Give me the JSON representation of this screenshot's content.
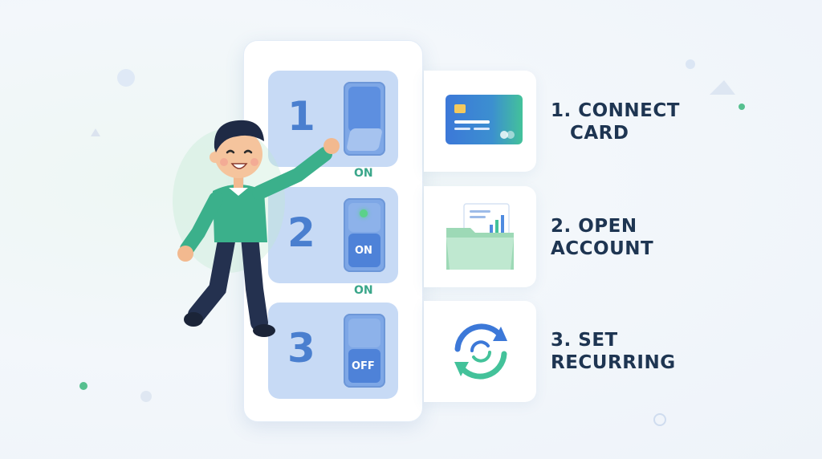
{
  "steps": [
    {
      "number": "1",
      "switch_label": "",
      "under_label": "ON",
      "line1": "1. CONNECT",
      "line2": "CARD",
      "icon": "credit-card-icon"
    },
    {
      "number": "2",
      "switch_label": "ON",
      "under_label": "ON",
      "line1": "2. OPEN",
      "line2": "ACCOUNT",
      "icon": "folder-chart-icon"
    },
    {
      "number": "3",
      "switch_label": "OFF",
      "under_label": "",
      "line1": "3. SET",
      "line2": "RECURRING",
      "icon": "recurring-arrows-icon"
    }
  ],
  "colors": {
    "accent_blue": "#4a7fcf",
    "accent_green": "#3aa68a",
    "text_dark": "#1e3552",
    "step_bg": "#c7daf5"
  }
}
